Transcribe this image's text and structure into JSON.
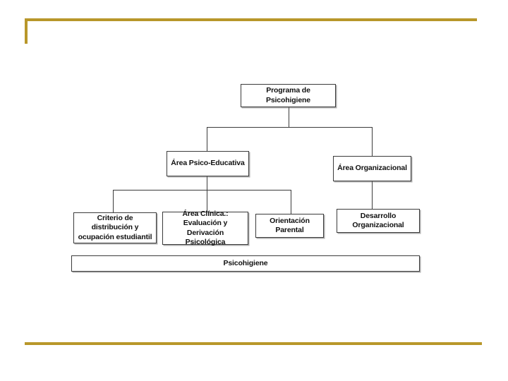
{
  "slide": {
    "background_color": "#ffffff",
    "accent_color": "#B8972A",
    "node_border_color": "#3b3b3b"
  },
  "chart_data": {
    "type": "diagram",
    "diagram_kind": "organizational-chart",
    "title": "Programa de Psicohigiene",
    "nodes": [
      {
        "id": "root",
        "label": "Programa de Psicohigiene",
        "level": 0
      },
      {
        "id": "psicoedu",
        "label": "Área Psico-Educativa",
        "level": 1
      },
      {
        "id": "organiz",
        "label": "Área Organizacional",
        "level": 1
      },
      {
        "id": "criterio",
        "label": "Criterio de distribución y ocupación estudiantil",
        "level": 2
      },
      {
        "id": "clinica",
        "label": "Área Clínica.: Evaluación y Derivación Psicológica",
        "level": 2
      },
      {
        "id": "orientacion",
        "label": "Orientación Parental",
        "level": 2
      },
      {
        "id": "desarrollo",
        "label": "Desarrollo Organizacional",
        "level": 2
      },
      {
        "id": "footer",
        "label": "Psicohigiene",
        "level": 3
      }
    ],
    "edges": [
      {
        "from": "root",
        "to": "psicoedu"
      },
      {
        "from": "root",
        "to": "organiz"
      },
      {
        "from": "psicoedu",
        "to": "criterio"
      },
      {
        "from": "psicoedu",
        "to": "clinica"
      },
      {
        "from": "psicoedu",
        "to": "orientacion"
      },
      {
        "from": "organiz",
        "to": "desarrollo"
      }
    ]
  },
  "labels": {
    "root": "Programa de Psicohigiene",
    "area_psico_educativa": "Área Psico-Educativa",
    "area_organizacional": "Área Organizacional",
    "criterio_distribucion": "Criterio de distribución y ocupación estudiantil",
    "area_clinica": "Área Clínica.: Evaluación y Derivación Psicológica",
    "orientacion_parental": "Orientación Parental",
    "desarrollo_organizacional": "Desarrollo Organizacional",
    "psicohigiene_footer": "Psicohigiene"
  }
}
